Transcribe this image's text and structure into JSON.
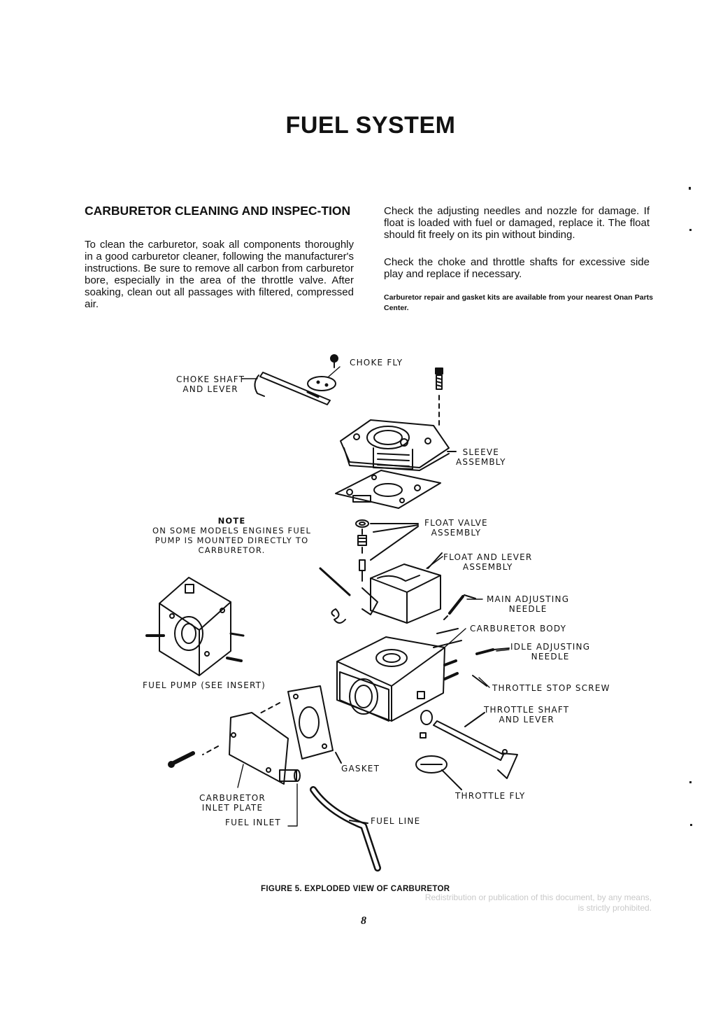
{
  "page": {
    "title": "FUEL SYSTEM",
    "section_heading": "CARBURETOR CLEANING AND INSPEC-TION",
    "left_paragraph": "To clean the carburetor, soak all components thoroughly in a good carburetor cleaner, following the manufacturer's instructions. Be sure to remove all carbon from carburetor bore, especially in the area of the throttle valve. After soaking, clean out all passages with filtered, compressed air.",
    "right_paragraphs": [
      "Check the adjusting needles and nozzle for damage. If float is loaded with fuel or damaged, replace it. The float should fit freely on its pin without binding.",
      "Check the choke and throttle shafts for excessive side play and replace if necessary.",
      "Carburetor repair and gasket kits are available from your nearest Onan Parts Center."
    ],
    "page_number": "8",
    "notice": "Redistribution or publication of this document, by any means, is strictly prohibited."
  },
  "figure": {
    "caption": "FIGURE 5.  EXPLODED VIEW OF CARBURETOR",
    "note_heading": "NOTE",
    "note_lines": [
      "ON SOME MODELS ENGINES FUEL",
      "PUMP IS MOUNTED DIRECTLY TO",
      "CARBURETOR."
    ],
    "labels": {
      "choke_fly": "CHOKE FLY",
      "choke_shaft": [
        "CHOKE SHAFT",
        "AND LEVER"
      ],
      "sleeve": [
        "SLEEVE",
        "ASSEMBLY"
      ],
      "float_valve": [
        "FLOAT  VALVE",
        "ASSEMBLY"
      ],
      "float_lever": [
        "FLOAT AND LEVER",
        "ASSEMBLY"
      ],
      "main_needle": [
        "MAIN ADJUSTING",
        "NEEDLE"
      ],
      "carb_body": "CARBURETOR BODY",
      "idle_needle": [
        "IDLE ADJUSTING",
        "NEEDLE"
      ],
      "throttle_stop": "THROTTLE STOP SCREW",
      "throttle_shaft": [
        "THROTTLE SHAFT",
        "AND LEVER"
      ],
      "throttle_fly": "THROTTLE FLY",
      "gasket": "GASKET",
      "fuel_pump": "FUEL PUMP (SEE INSERT)",
      "inlet_plate": [
        "CARBURETOR",
        "INLET PLATE"
      ],
      "fuel_inlet": "FUEL INLET",
      "fuel_line": "FUEL LINE"
    }
  }
}
